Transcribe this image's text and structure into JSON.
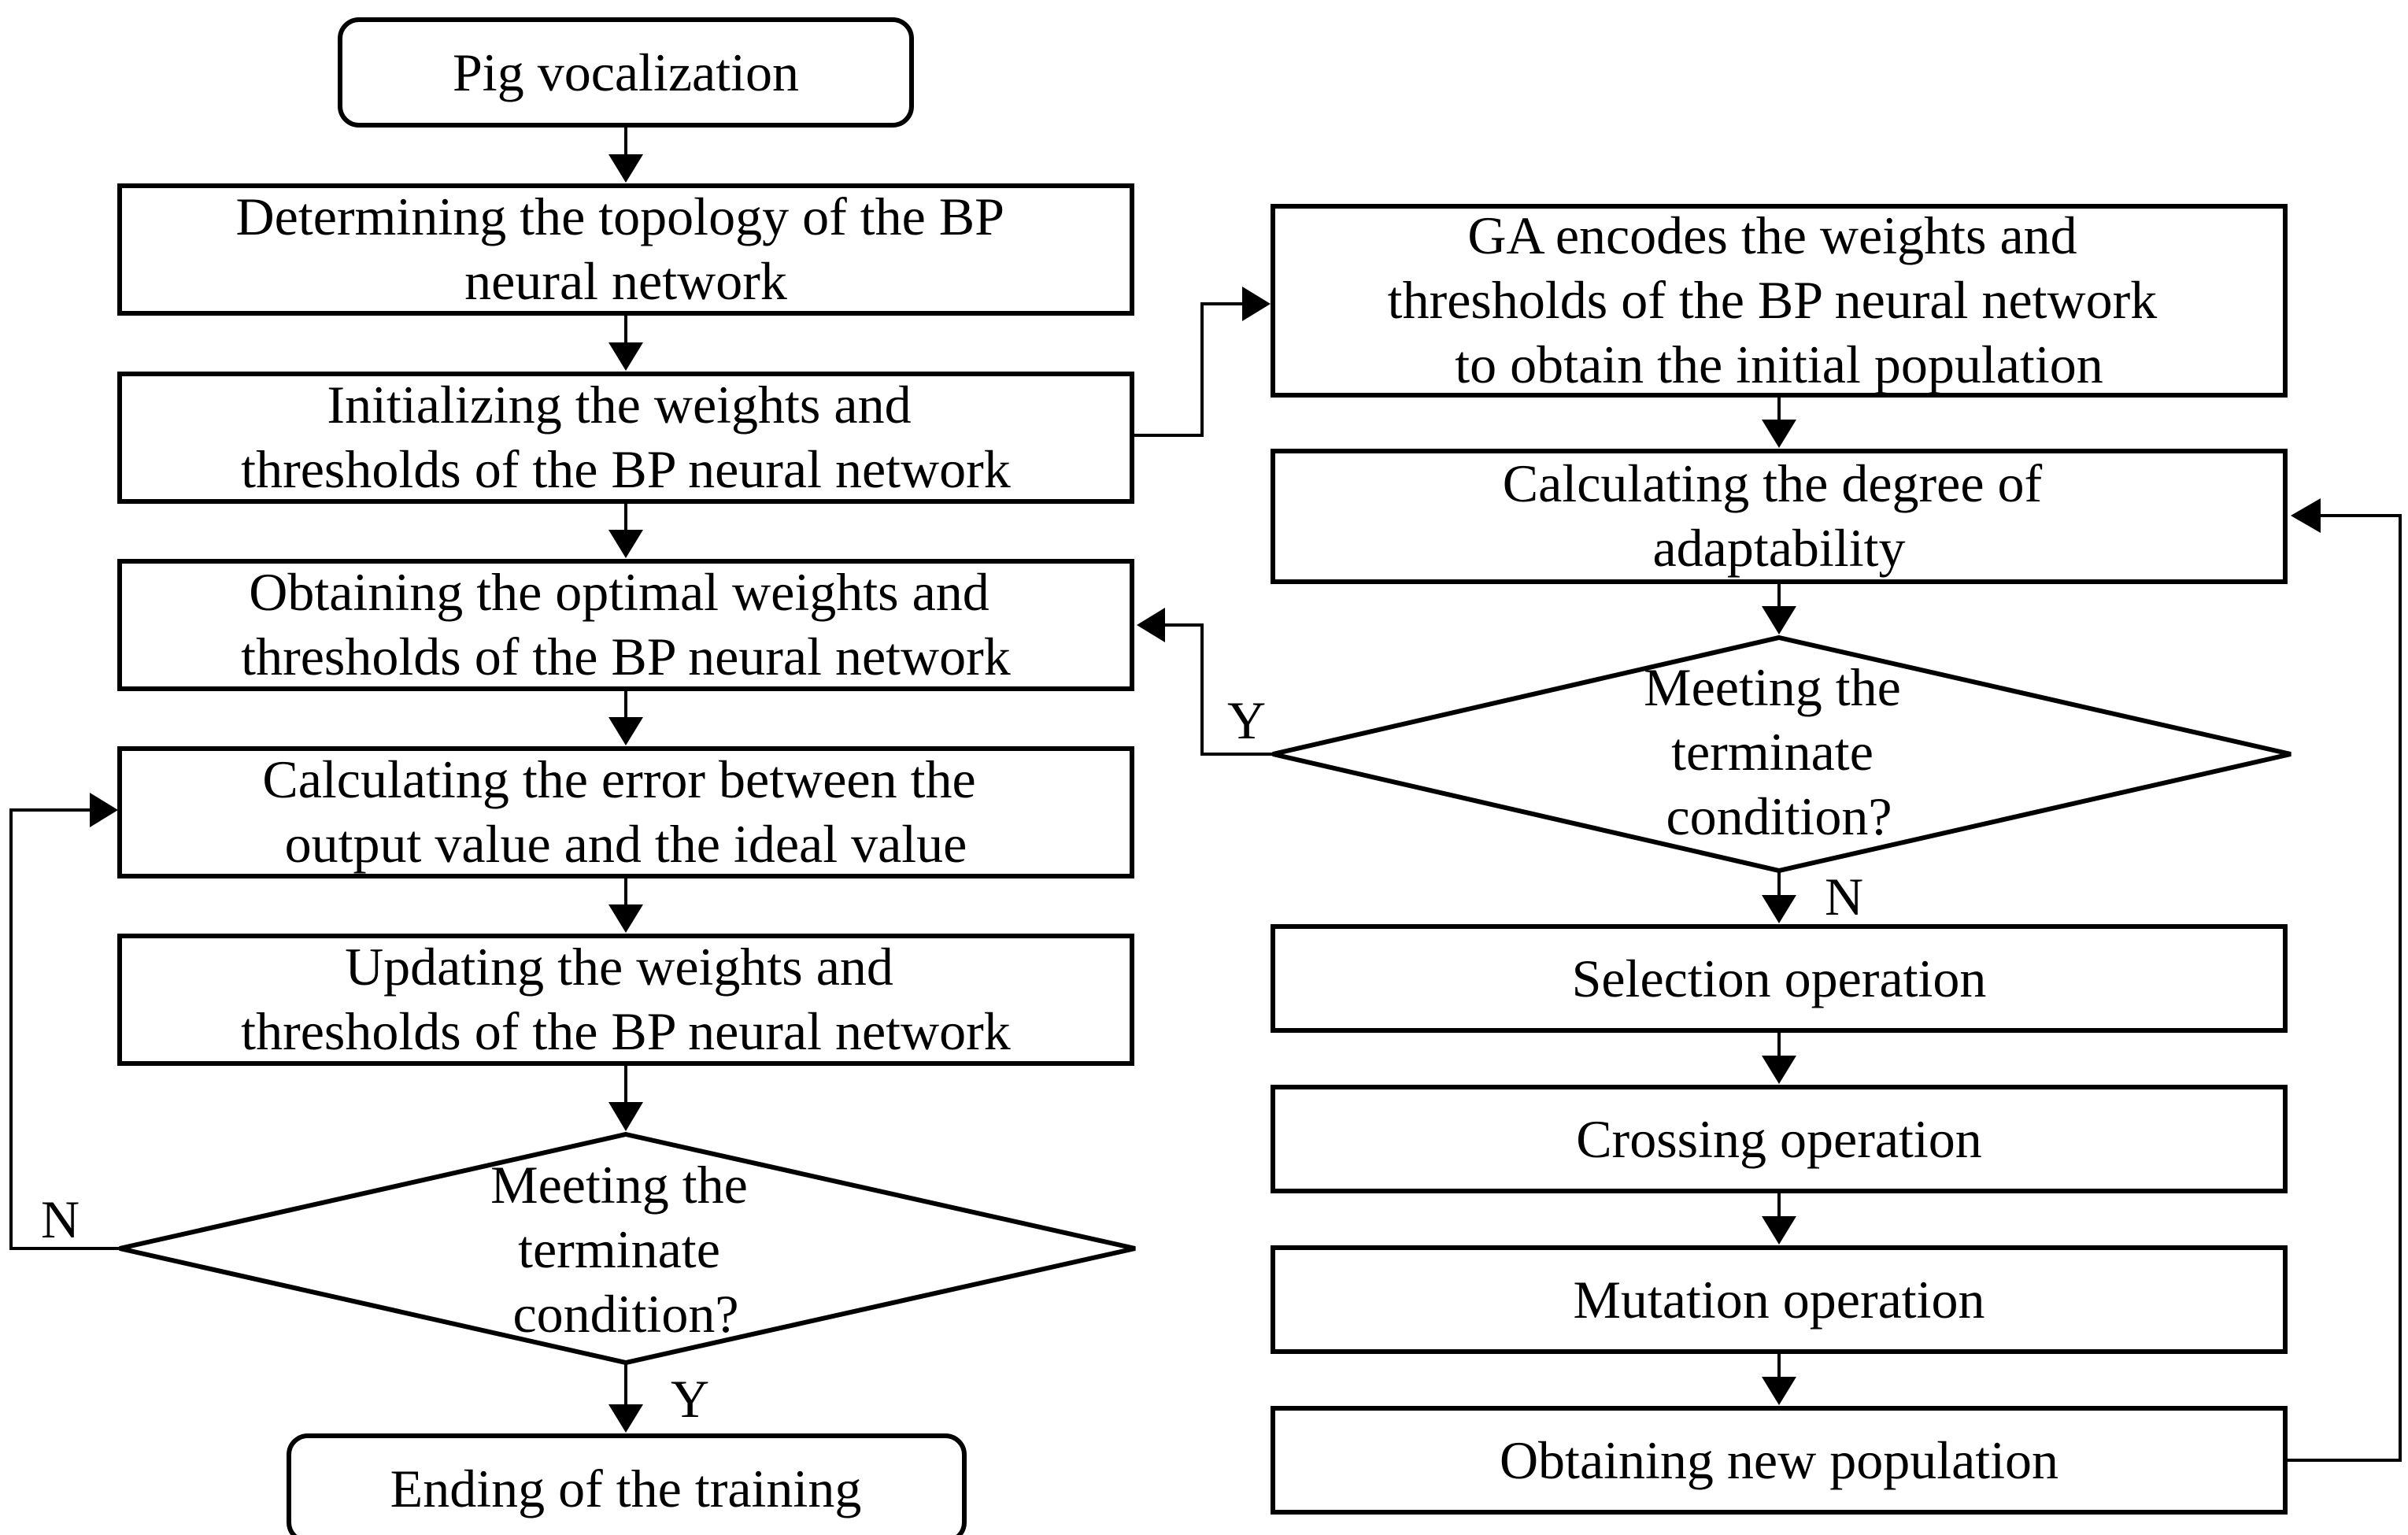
{
  "nodes": {
    "pig_vocalization": {
      "lines": [
        "Pig vocalization"
      ]
    },
    "determine_topology": {
      "lines": [
        "Determining the topology of the BP",
        "neural network"
      ]
    },
    "init_weights": {
      "lines": [
        "Initializing the weights and",
        "thresholds of the BP neural network"
      ]
    },
    "optimal_weights": {
      "lines": [
        "Obtaining the optimal weights and",
        "thresholds of the BP neural network"
      ]
    },
    "calc_error": {
      "lines": [
        "Calculating the error between the",
        "output value and the ideal value"
      ]
    },
    "update_weights": {
      "lines": [
        "Updating the weights and",
        "thresholds of the BP neural network"
      ]
    },
    "terminate_bp": {
      "lines": [
        "Meeting the",
        "terminate",
        "condition?"
      ]
    },
    "end_training": {
      "lines": [
        "Ending of the training"
      ]
    },
    "ga_encode": {
      "lines": [
        "GA encodes the weights and",
        "thresholds of the BP neural network",
        "to obtain the initial population"
      ]
    },
    "calc_adaptability": {
      "lines": [
        "Calculating the degree of",
        "adaptability"
      ]
    },
    "terminate_ga": {
      "lines": [
        "Meeting the",
        "terminate",
        "condition?"
      ]
    },
    "selection": {
      "lines": [
        "Selection operation"
      ]
    },
    "crossing": {
      "lines": [
        "Crossing operation"
      ]
    },
    "mutation": {
      "lines": [
        "Mutation operation"
      ]
    },
    "new_population": {
      "lines": [
        "Obtaining new population"
      ]
    }
  },
  "edge_labels": {
    "bp_no": "N",
    "bp_yes": "Y",
    "ga_yes": "Y",
    "ga_no": "N"
  },
  "colors": {
    "stroke": "#000000",
    "fill": "#ffffff",
    "text": "#000000"
  }
}
